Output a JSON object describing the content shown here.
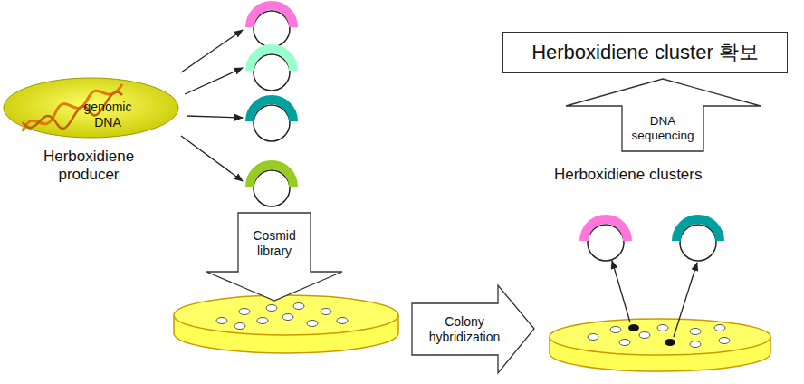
{
  "diagram": {
    "nodes": [
      {
        "text": [
          "genomic DNA",
          "Herboxidiene producer"
        ]
      },
      {
        "text": [
          "Cosmid library"
        ]
      },
      {
        "text": [
          "Colony hybridization"
        ]
      },
      {
        "text": [
          "DNA sequencing"
        ]
      },
      {
        "text": [
          "Herboxidiene cluster 확보"
        ]
      }
    ],
    "labels": [
      "Herboxidiene clusters"
    ]
  }
}
